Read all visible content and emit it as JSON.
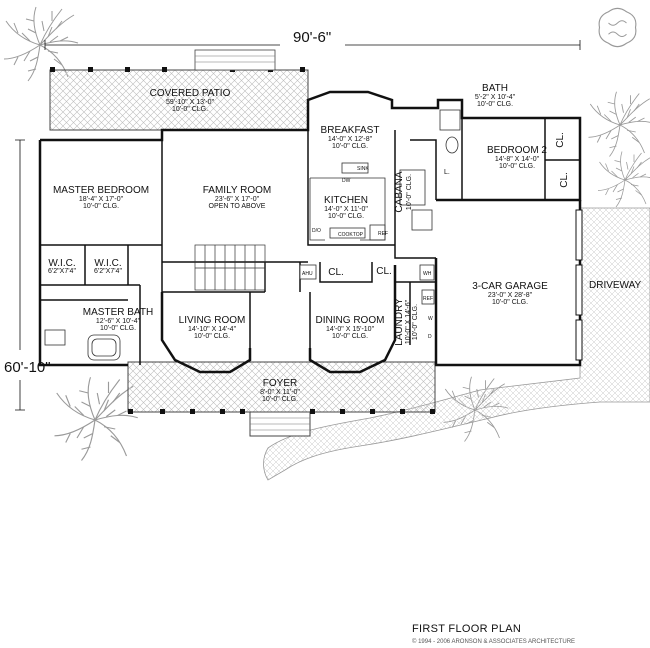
{
  "overall_width": "90'-6\"",
  "overall_depth": "60'-10\"",
  "rooms": {
    "covered_patio": {
      "name": "COVERED PATIO",
      "size": "59'-10\" X 13'-0\"",
      "ceiling": "10'-0\" CLG."
    },
    "breakfast": {
      "name": "BREAKFAST",
      "size": "14'-0\" X 12'-8\"",
      "ceiling": "10'-0\" CLG."
    },
    "bath": {
      "name": "BATH",
      "size": "5'-2\" X 10'-4\"",
      "ceiling": "10'-0\" CLG."
    },
    "bedroom2": {
      "name": "BEDROOM 2",
      "size": "14'-8\" X 14'-0\"",
      "ceiling": "10'-0\" CLG."
    },
    "master_bedroom": {
      "name": "MASTER BEDROOM",
      "size": "18'-4\" X 17'-0\"",
      "ceiling": "10'-0\" CLG."
    },
    "family_room": {
      "name": "FAMILY ROOM",
      "size": "23'-6\" X 17'-0\"",
      "ceiling": "OPEN TO ABOVE"
    },
    "kitchen": {
      "name": "KITCHEN",
      "size": "14'-0\" X 11'-0\"",
      "ceiling": "10'-0\" CLG."
    },
    "cabana": {
      "name": "CABANA",
      "ceiling": "10'-0\" CLG."
    },
    "wic1": {
      "name": "W.I.C.",
      "size": "6'2\"X7'4\""
    },
    "wic2": {
      "name": "W.I.C.",
      "size": "6'2\"X7'4\""
    },
    "master_bath": {
      "name": "MASTER BATH",
      "size": "12'-6\" X 10'-4\"",
      "ceiling": "10'-0\" CLG."
    },
    "living_room": {
      "name": "LIVING ROOM",
      "size": "14'-10\" X 14'-4\"",
      "ceiling": "10'-0\" CLG."
    },
    "dining_room": {
      "name": "DINING ROOM",
      "size": "14'-0\" X 15'-10\"",
      "ceiling": "10'-0\" CLG."
    },
    "laundry": {
      "name": "LAUNDRY",
      "size": "10'-0\" X 14'-6\"",
      "ceiling": "10'-0\" CLG."
    },
    "garage": {
      "name": "3-CAR GARAGE",
      "size": "23'-0\" X 28'-8\"",
      "ceiling": "10'-0\" CLG."
    },
    "foyer": {
      "name": "FOYER",
      "size": "8'-0\" X 11'-0\"",
      "ceiling": "10'-0\" CLG."
    }
  },
  "closets": {
    "bed2_a": "CL.",
    "bed2_b": "CL.",
    "hall": "CL.",
    "laundry": "CL.",
    "small": "L."
  },
  "fixtures": {
    "dw": "DW",
    "sink": "SINK",
    "ref": "REF",
    "cooktop": "COOKTOP",
    "do": "D/O",
    "ahu": "AHU",
    "wh": "WH",
    "garage_ref": "REF",
    "washer": "W",
    "dryer": "D"
  },
  "driveway_label": "DRIVEWAY",
  "title": "FIRST FLOOR PLAN",
  "copyright": "© 1994 - 2006 ARONSON & ASSOCIATES ARCHITECTURE",
  "colors": {
    "line": "#111111",
    "hatch": "#bbbbbb",
    "plant": "#9a9a9a"
  }
}
